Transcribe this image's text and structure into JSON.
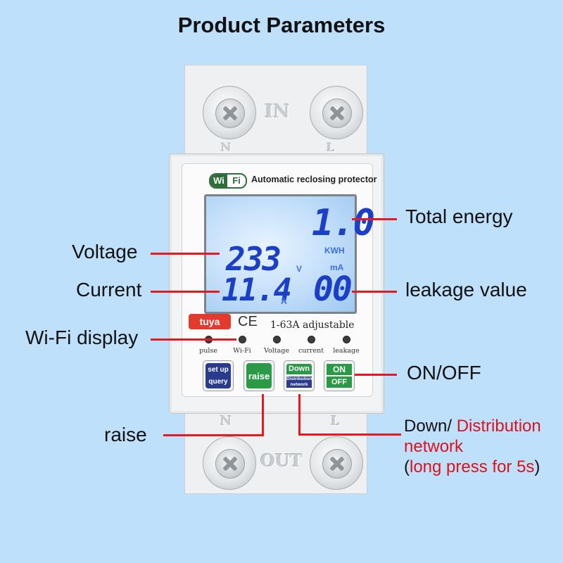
{
  "title": "Product Parameters",
  "device": {
    "terminal_top_label": "IN",
    "terminal_bottom_label": "OUT",
    "pole_n": "N",
    "pole_l": "L",
    "wifi_badge_w": "Wi",
    "wifi_badge_f": "Fi",
    "brand_text": "Automatic reclosing protector",
    "tuya_label": "tuya",
    "ce_mark": "CE",
    "rating": "1-63A adjustable",
    "lcd": {
      "energy_value": "1.0",
      "energy_unit": "KWH",
      "voltage_value": "233",
      "voltage_unit": "V",
      "current_value": "11.4",
      "current_unit": "A",
      "leakage_unit": "mA",
      "leakage_value": "00"
    },
    "indicators": [
      "pulse",
      "Wi-Fi",
      "Voltage",
      "current",
      "leakage"
    ],
    "buttons": {
      "setup_top": "set up",
      "setup_bottom": "query",
      "raise": "raise",
      "down_top": "Down",
      "down_bottom": "Distribution network",
      "on": "ON",
      "off": "OFF"
    }
  },
  "callouts": {
    "total_energy": "Total energy",
    "voltage": "Voltage",
    "current": "Current",
    "leakage": "leakage value",
    "wifi_display": "Wi-Fi display",
    "on_off": "ON/OFF",
    "raise": "raise",
    "down_prefix": "Down/",
    "down_distribution": "Distribution",
    "down_network": "network",
    "down_open_paren": "(",
    "down_long_press": "long press for 5s",
    "down_close_paren": ")"
  },
  "colors": {
    "background": "#bfe0fb",
    "callout_line": "#e81820",
    "lcd_digits": "#1c3fc7",
    "raise_button": "#2b9a46",
    "setup_button": "#2a3a8c"
  }
}
